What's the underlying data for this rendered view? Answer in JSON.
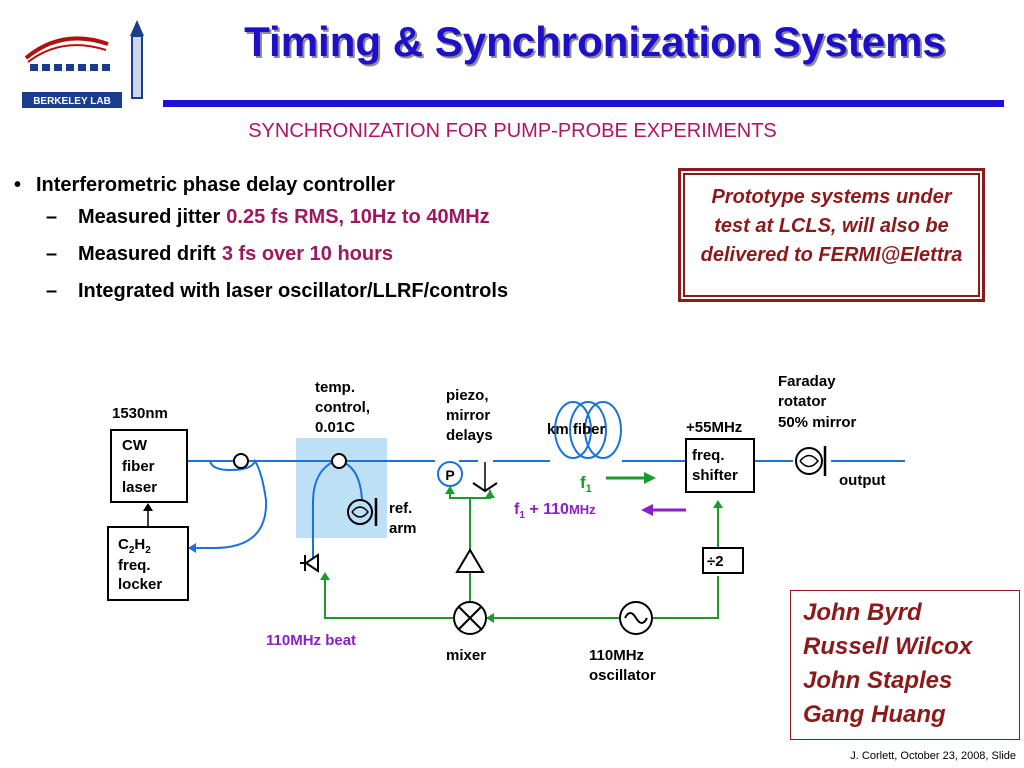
{
  "header": {
    "title": "Timing & Synchronization Systems",
    "subtitle": "SYNCHRONIZATION FOR PUMP-PROBE EXPERIMENTS",
    "logo_text": "BERKELEY LAB"
  },
  "bullets": {
    "main": "Interferometric phase delay controller",
    "sub": [
      {
        "label": "Measured jitter",
        "value": "0.25 fs RMS, 10Hz to 40MHz"
      },
      {
        "label": "Measured drift",
        "value": "3 fs over 10 hours"
      },
      {
        "label": "Integrated with laser oscillator/LLRF/controls",
        "value": ""
      }
    ],
    "bullet_mark": "•",
    "dash_mark": "–"
  },
  "prototype_note": "Prototype systems under test at LCLS, will also be delivered to FERMI@Elettra",
  "diagram": {
    "labels": {
      "wavelength": "1530nm",
      "cw1": "CW",
      "cw2": "fiber",
      "cw3": "laser",
      "c2h2_c": "C",
      "c2h2_sub1": "2",
      "c2h2_h": "H",
      "c2h2_sub2": "2",
      "locker1": "freq.",
      "locker2": "locker",
      "temp1": "temp.",
      "temp2": "control,",
      "temp3": "0.01C",
      "ref1": "ref.",
      "ref2": "arm",
      "piezo1": "piezo,",
      "piezo2": "mirror",
      "piezo3": "delays",
      "p": "P",
      "km_fiber": "km fiber",
      "f1_f": "f",
      "f1_sub": "1",
      "f110_f": "f",
      "f110_sub": "1",
      "f110_plus": " + 110",
      "f110_unit": "MHz",
      "plus55": "+55MHz",
      "shifter1": "freq.",
      "shifter2": "shifter",
      "faraday1": "Faraday",
      "faraday2": "rotator",
      "faraday3": "50% mirror",
      "output": "output",
      "divide": "÷2",
      "beat": "110MHz beat",
      "mixer": "mixer",
      "osc1": "110MHz",
      "osc2": "oscillator"
    },
    "colors": {
      "fiber": "#1a73d9",
      "signal": "#1a9b2c",
      "beat": "#8a1fc9",
      "temp_box": "#bde0f7"
    }
  },
  "authors": [
    "John Byrd",
    "Russell Wilcox",
    "John Staples",
    "Gang Huang"
  ],
  "footer": "J. Corlett, October 23, 2008, Slide"
}
